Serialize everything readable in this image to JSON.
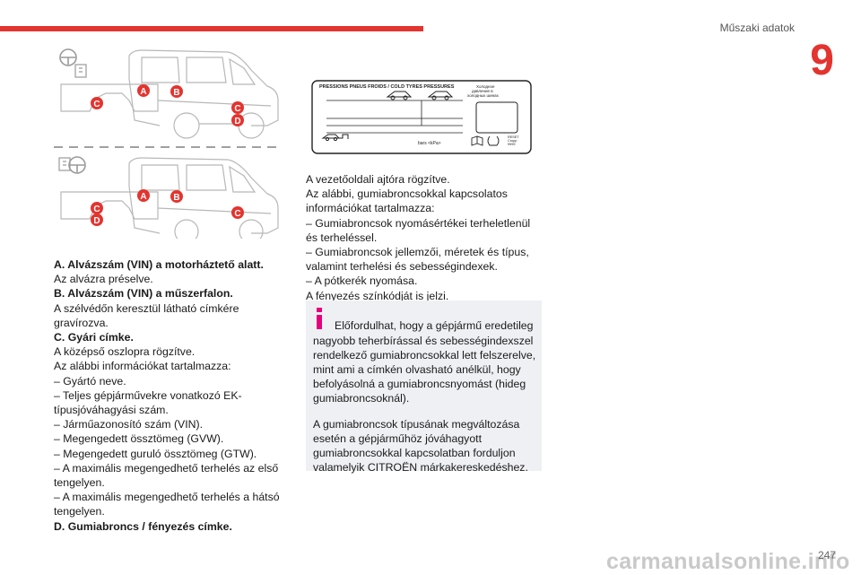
{
  "header": {
    "section_title": "Műszaki adatok",
    "chapter_number": "9",
    "accent_color": "#e3342f"
  },
  "figure_labels": {
    "a": "A",
    "b": "B",
    "c": "C",
    "d": "D"
  },
  "left_column": {
    "a_title": "A. Alvázszám (VIN) a motorháztető alatt.",
    "a_text": "Az alvázra préselve.",
    "b_title": "B. Alvázszám (VIN) a műszerfalon.",
    "b_text": "A szélvédőn keresztül látható címkére gravírozva.",
    "c_title": "C. Gyári címke.",
    "c_text1": "A középső oszlopra rögzítve.",
    "c_text2": "Az alábbi információkat tartalmazza:",
    "c_items": [
      "– Gyártó neve.",
      "– Teljes gépjárművekre vonatkozó EK-típusjóváhagyási szám.",
      "– Járműazonosító szám (VIN).",
      "– Megengedett össztömeg (GVW).",
      "– Megengedett guruló össztömeg (GTW).",
      "– A maximális megengedhető terhelés az első tengelyen.",
      "– A maximális megengedhető terhelés a hátsó tengelyen."
    ],
    "d_title": "D. Gumiabroncs / fényezés címke."
  },
  "tyre_label": {
    "header": "PRESSIONS PNEUS FROIDS / COLD TYRES PRESSURES",
    "russian_line1": "Холодное",
    "russian_line2": "давление в",
    "russian_line3": "холодных шинах",
    "units": "bars   <kPa>",
    "code_line1": "RESET",
    "code_line2": "Cropp",
    "code_line3": "9999"
  },
  "right_column": {
    "lines": [
      "A vezetőoldali ajtóra rögzítve.",
      "Az alábbi, gumiabroncsokkal kapcsolatos információkat tartalmazza:",
      "– Gumiabroncsok nyomásértékei terheletlenül és terheléssel.",
      "– Gumiabroncsok jellemzői, méretek és típus, valamint terhelési és sebességindexek.",
      "– A pótkerék nyomása.",
      "A fényezés színkódját is jelzi."
    ]
  },
  "note": {
    "icon": "info-icon",
    "icon_color": "#e5007d",
    "para1": "Előfordulhat, hogy a gépjármű eredetileg nagyobb teherbírással és sebességindexszel rendelkező gumiabroncsokkal lett felszerelve, mint ami a címkén olvasható anélkül, hogy befolyásolná a gumiabroncsnyomást (hideg gumiabroncsoknál).",
    "para2": "A gumiabroncsok típusának megváltozása esetén a gépjárműhöz jóváhagyott gumiabroncsokkal kapcsolatban forduljon valamelyik CITROËN márkakereskedéshez."
  },
  "footer": {
    "watermark": "carmanualsonline.info",
    "page_number": "247"
  }
}
